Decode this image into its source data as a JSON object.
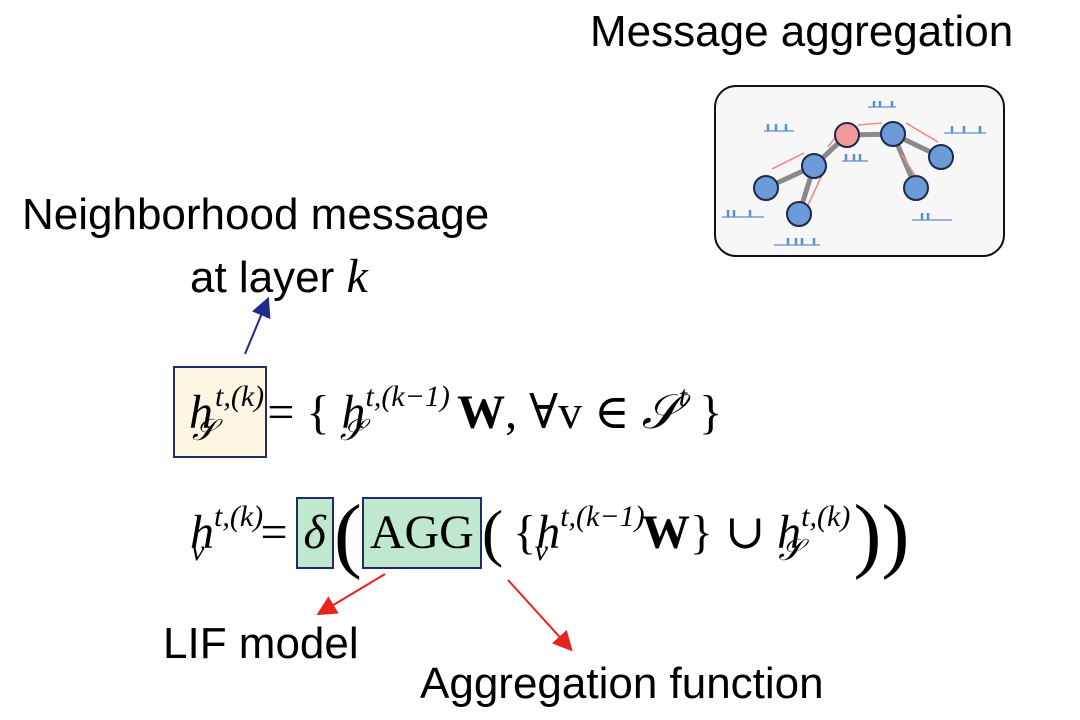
{
  "panel_title": "Message aggregation",
  "neighborhood_label": {
    "line1": "Neighborhood message",
    "line2_prefix": "at layer ",
    "line2_var": "k"
  },
  "eq1": {
    "lhs_base": "h",
    "lhs_sup": "t,(k)",
    "lhs_sub": "𝒮",
    "equals_open": "= { ",
    "rhs_base": "h",
    "rhs_sup": "t,(k−1)",
    "rhs_sub": "𝒮",
    "weight": "W",
    "rest": ", ∀v ∈ ",
    "set": "𝒮",
    "set_sup": "t",
    "close": " }"
  },
  "eq2": {
    "lhs_base": "h",
    "lhs_sup": "t,(k)",
    "lhs_sub": "v",
    "equals": "=",
    "delta": "δ",
    "open_big": "(",
    "agg": "AGG",
    "open_mid": "(",
    "brace_open": "{",
    "inner_base": "h",
    "inner_sup": "t,(k−1)",
    "inner_sub": "v",
    "weight": "W",
    "brace_close": "}",
    "union": " ∪ ",
    "s_base": "h",
    "s_sup": "t,(k)",
    "s_sub": "𝒮",
    "close": "))"
  },
  "annotations": {
    "lif": "LIF model",
    "agg_fn": "Aggregation function"
  },
  "colors": {
    "box_border": "#1f2b6b",
    "cream": "#fdf6e3",
    "green": "#bfe8cf",
    "arrow_red": "#e8231c",
    "arrow_blue": "#1f2b8a",
    "node_blue": "#6d9bd8",
    "node_red": "#f29a9a",
    "spike": "#5b8fd0"
  }
}
